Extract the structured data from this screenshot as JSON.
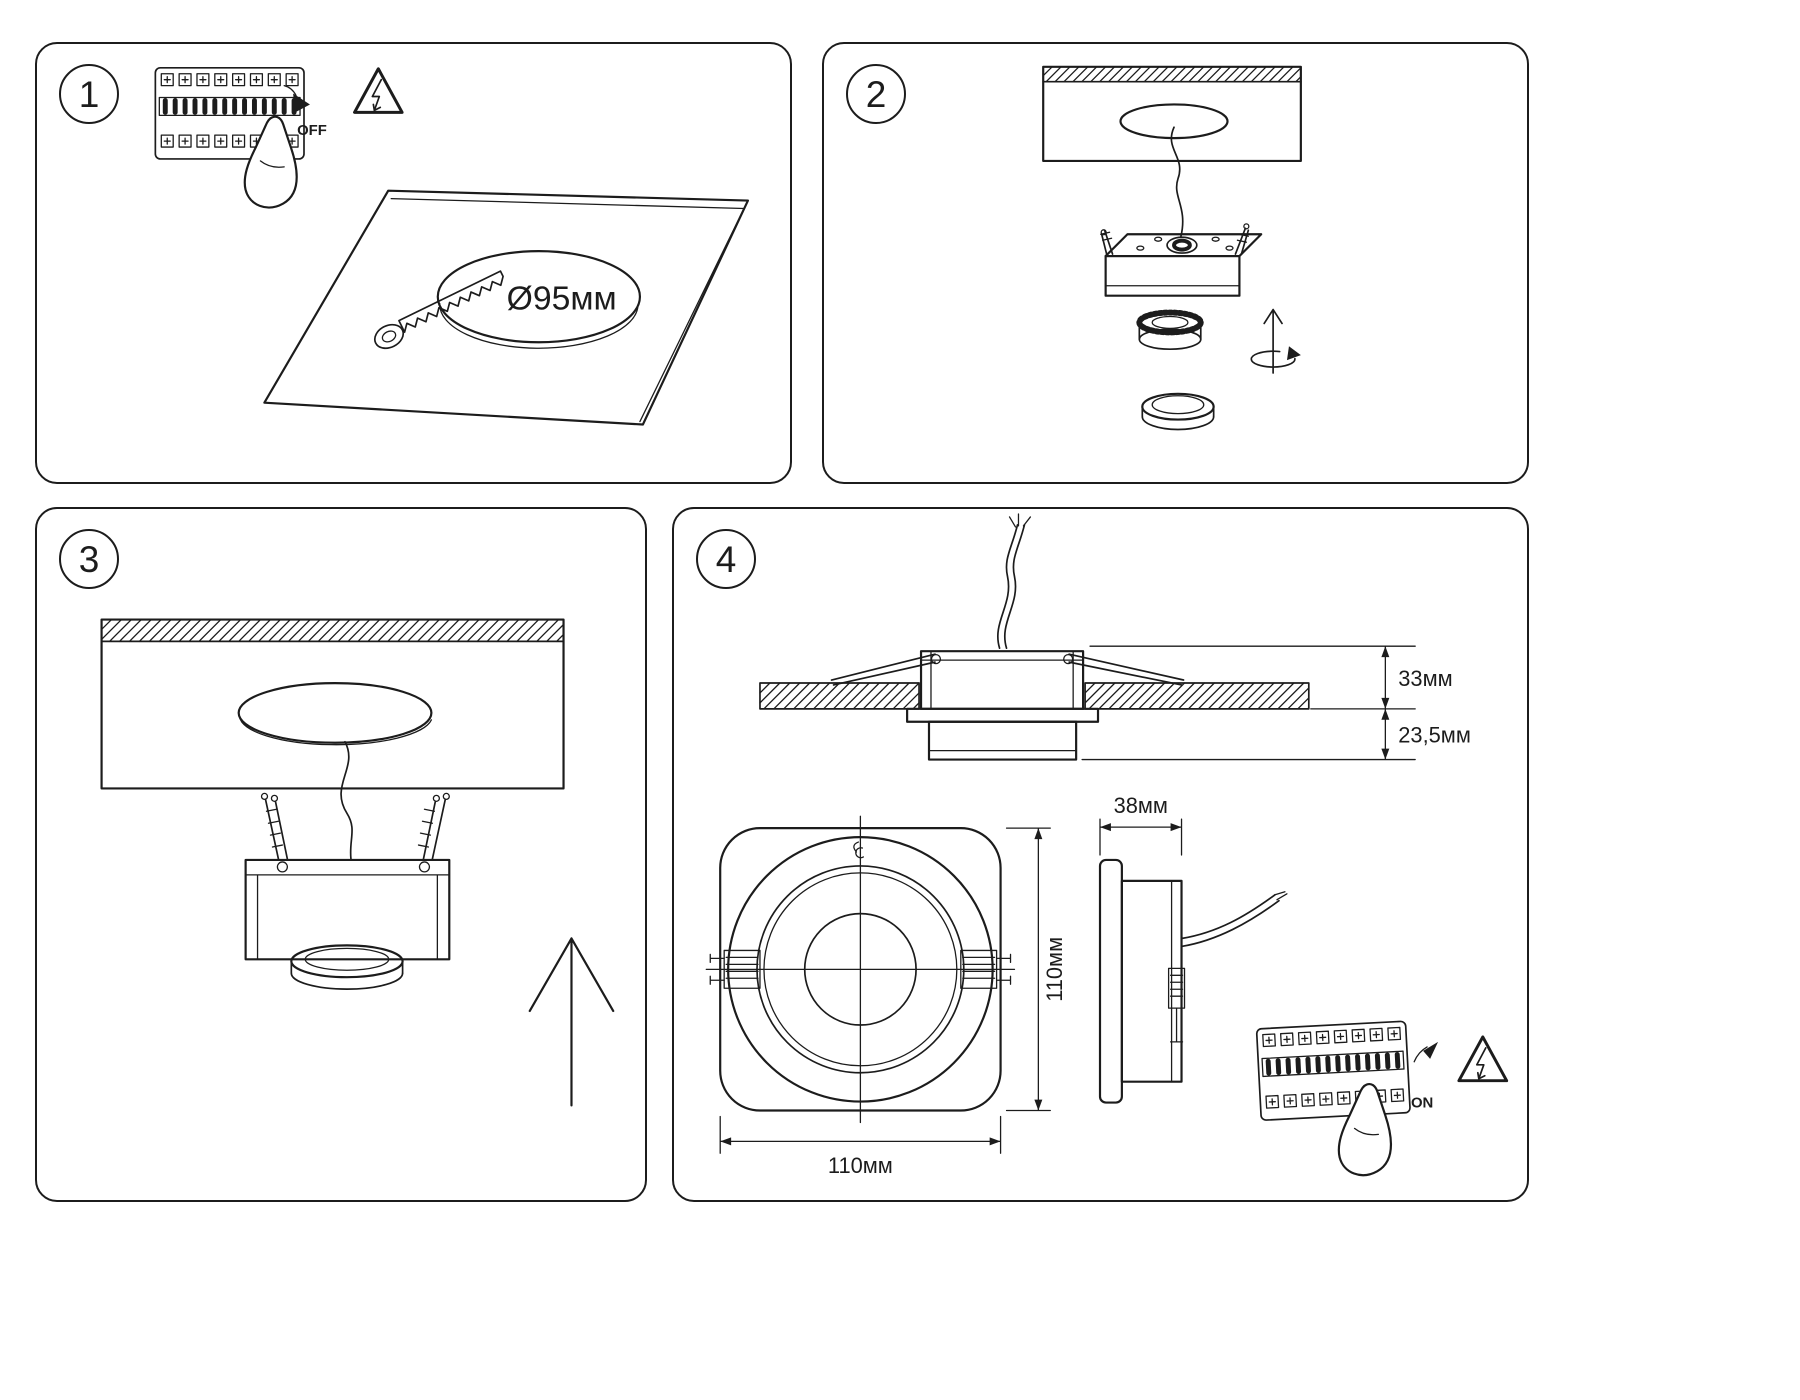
{
  "document": {
    "background": "#ffffff",
    "line_color": "#1c1c1c"
  },
  "icons": {
    "hazard": "electric-warning-triangle",
    "hand": "pointing-hand",
    "tool": "hand-saw",
    "insert": "rotate-and-push-arrow",
    "push": "up-arrow"
  },
  "steps": [
    {
      "number": "1",
      "power_label": "OFF",
      "cutout_diameter": "Ø95мм"
    },
    {
      "number": "2"
    },
    {
      "number": "3"
    },
    {
      "number": "4",
      "power_label": "ON",
      "dim_recess": "33мм",
      "dim_protrude": "23,5мм",
      "dim_width": "110мм",
      "dim_height": "110мм",
      "dim_side": "38мм"
    }
  ]
}
